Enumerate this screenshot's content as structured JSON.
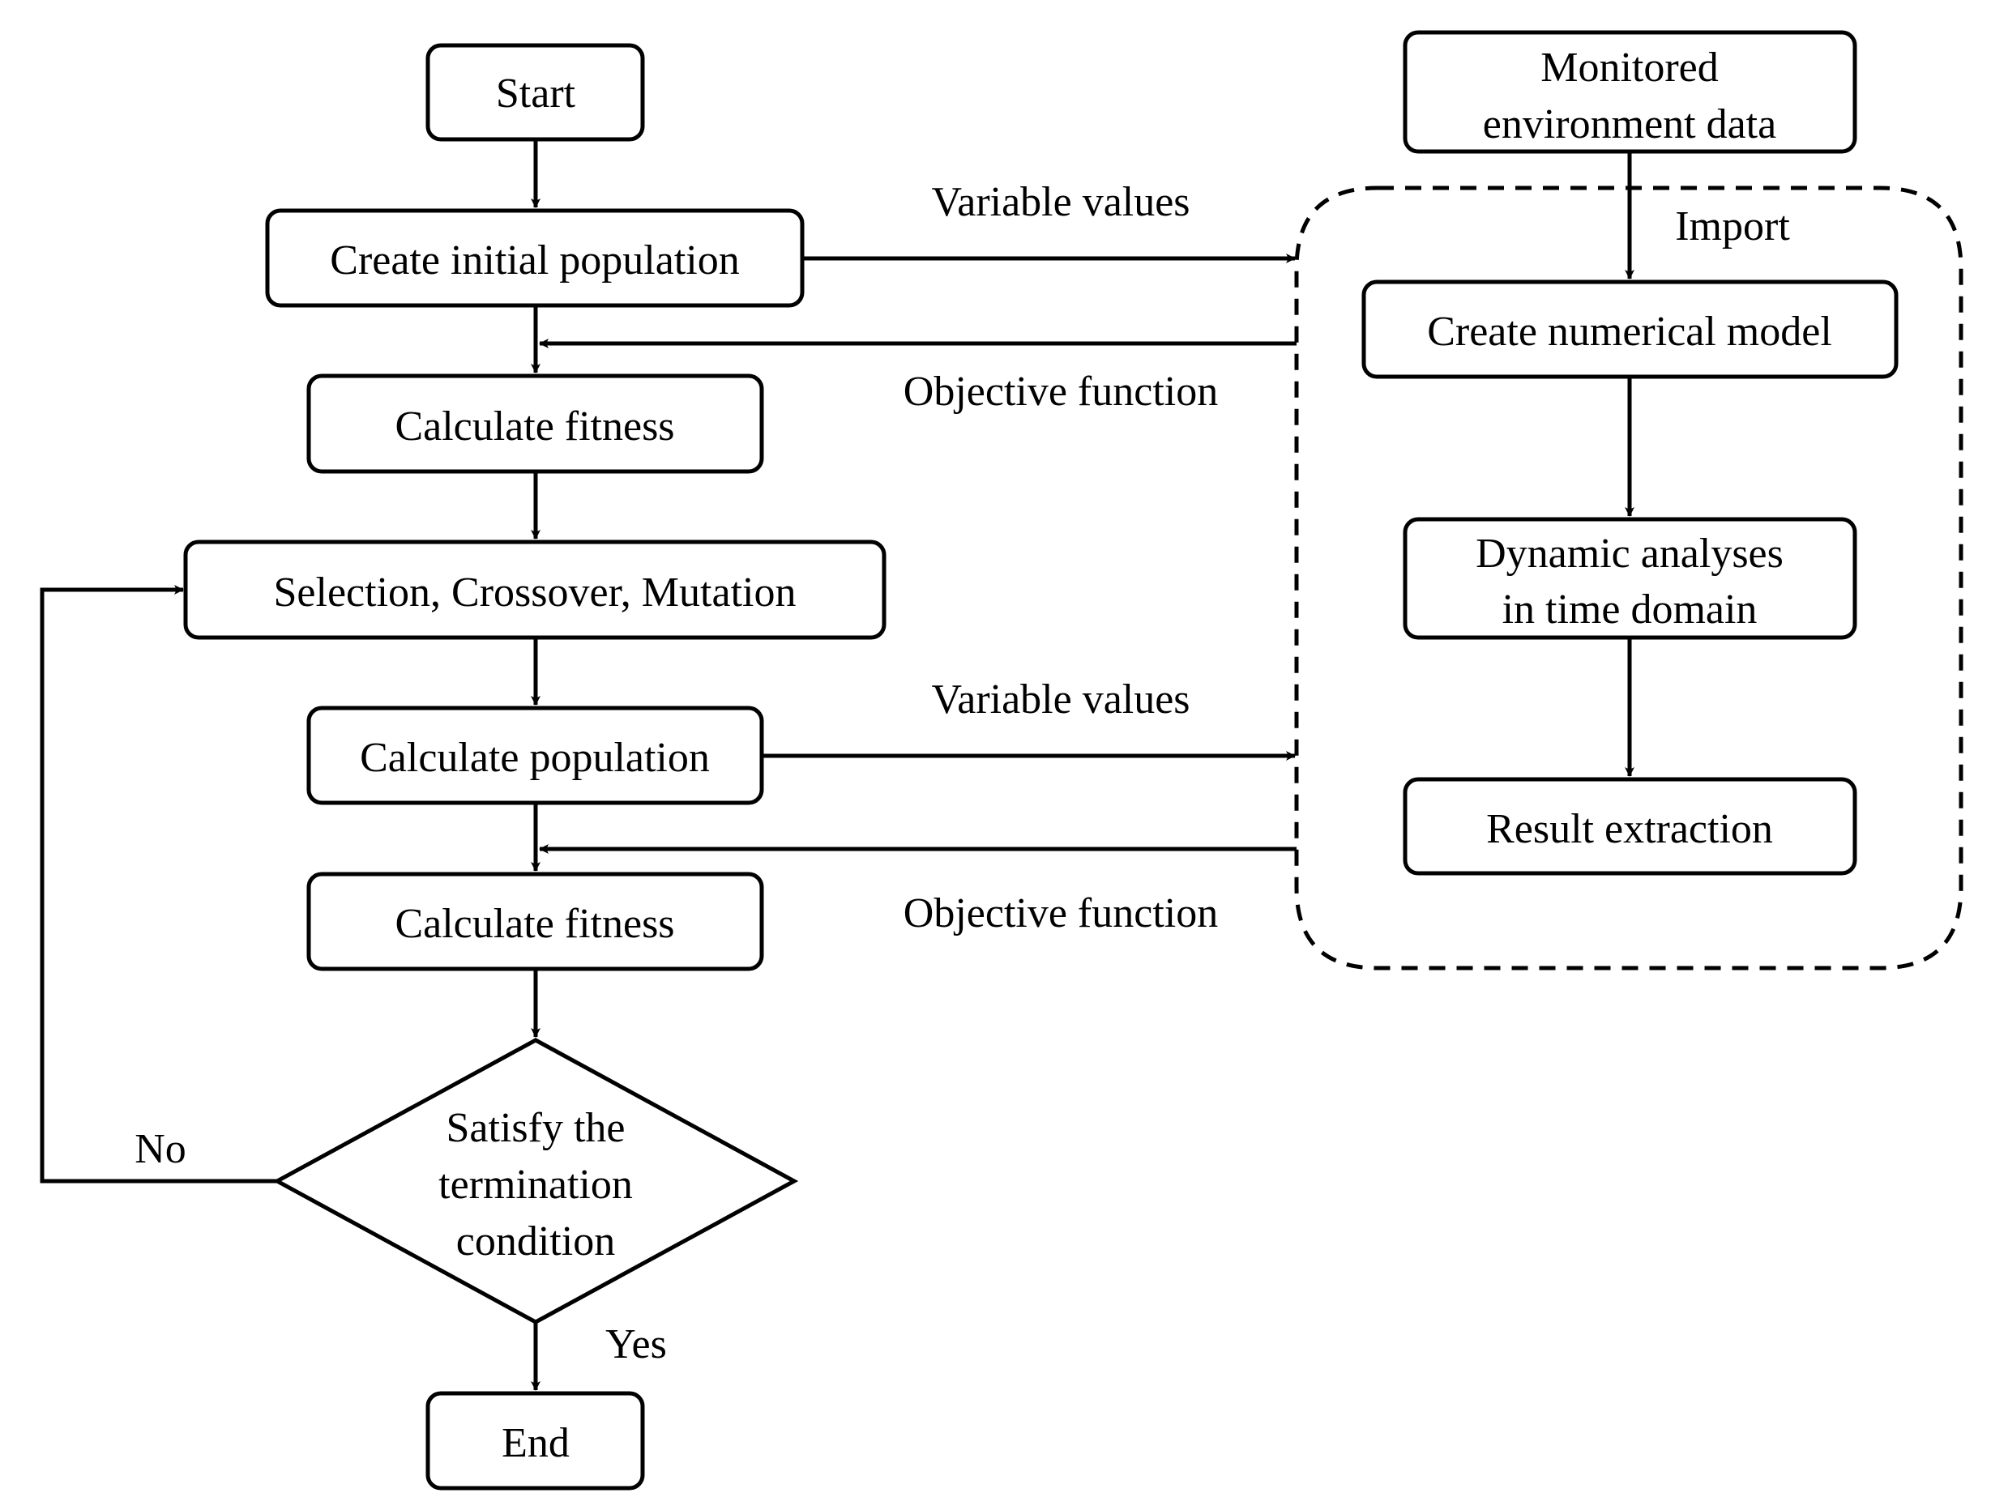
{
  "nodes": {
    "start": "Start",
    "create_initial_population": "Create initial population",
    "calculate_fitness_1": "Calculate fitness",
    "selection_crossover_mutation": "Selection, Crossover, Mutation",
    "calculate_population": "Calculate population",
    "calculate_fitness_2": "Calculate fitness",
    "decision": [
      "Satisfy the",
      "termination",
      "condition"
    ],
    "end": "End",
    "monitored_environment_data": [
      "Monitored",
      "environment data"
    ],
    "create_numerical_model": "Create numerical model",
    "dynamic_analyses": [
      "Dynamic analyses",
      "in time domain"
    ],
    "result_extraction": "Result extraction"
  },
  "edge_labels": {
    "variable_values_1": "Variable values",
    "objective_function_1": "Objective function",
    "variable_values_2": "Variable values",
    "objective_function_2": "Objective function",
    "import": "Import",
    "no": "No",
    "yes": "Yes"
  }
}
